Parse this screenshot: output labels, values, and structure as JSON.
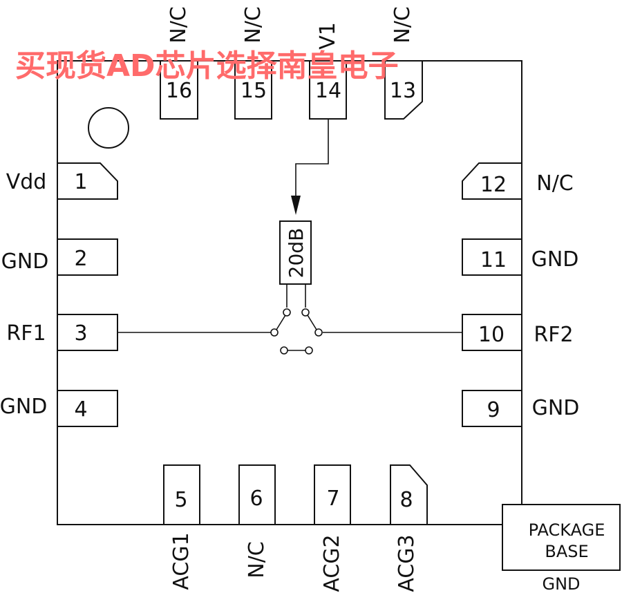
{
  "watermark": "买现货AD芯片选择南皇电子",
  "attenuator_label": "20dB",
  "package_base": {
    "line1": "PACKAGE",
    "line2": "BASE",
    "gnd": "GND"
  },
  "pins": {
    "p1": {
      "num": "1",
      "label": "Vdd"
    },
    "p2": {
      "num": "2",
      "label": "GND"
    },
    "p3": {
      "num": "3",
      "label": "RF1"
    },
    "p4": {
      "num": "4",
      "label": "GND"
    },
    "p5": {
      "num": "5",
      "label": "ACG1"
    },
    "p6": {
      "num": "6",
      "label": "N/C"
    },
    "p7": {
      "num": "7",
      "label": "ACG2"
    },
    "p8": {
      "num": "8",
      "label": "ACG3"
    },
    "p9": {
      "num": "9",
      "label": "GND"
    },
    "p10": {
      "num": "10",
      "label": "RF2"
    },
    "p11": {
      "num": "11",
      "label": "GND"
    },
    "p12": {
      "num": "12",
      "label": "N/C"
    },
    "p13": {
      "num": "13",
      "label": "N/C"
    },
    "p14": {
      "num": "14",
      "label": "V1"
    },
    "p15": {
      "num": "15",
      "label": "N/C"
    },
    "p16": {
      "num": "16",
      "label": "N/C"
    }
  }
}
